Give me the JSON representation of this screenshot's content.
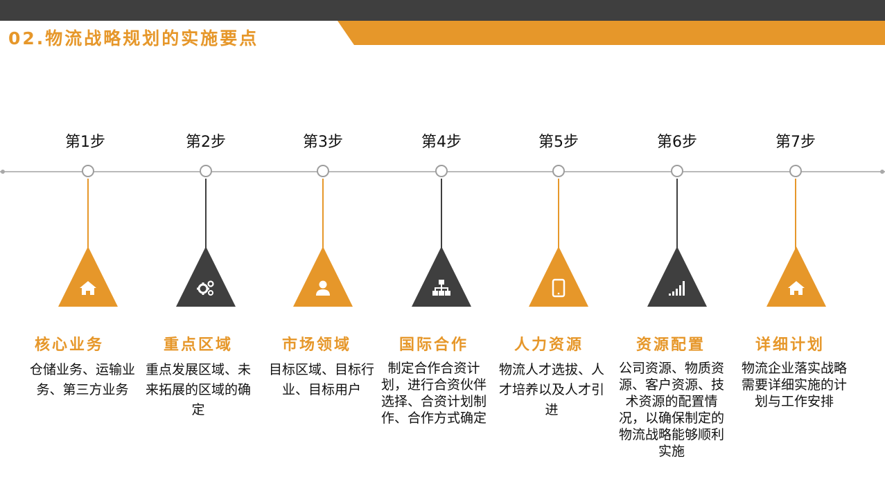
{
  "header": {
    "title": "02.物流战略规划的实施要点"
  },
  "colors": {
    "accent": "#e6972a",
    "dark": "#3f3f3f",
    "line": "#b9b9b9"
  },
  "steps": [
    {
      "label": "第1步",
      "title": "核心业务",
      "desc": "仓储业务、运输业务、第三方业务",
      "icon": "home-icon",
      "color": "orange"
    },
    {
      "label": "第2步",
      "title": "重点区域",
      "desc": "重点发展区域、未来拓展的区域的确定",
      "icon": "gears-icon",
      "color": "dark"
    },
    {
      "label": "第3步",
      "title": "市场领域",
      "desc": "目标区域、目标行业、目标用户",
      "icon": "user-icon",
      "color": "orange"
    },
    {
      "label": "第4步",
      "title": "国际合作",
      "desc": "制定合作合资计划，进行合资伙伴选择、合资计划制作、合作方式确定",
      "icon": "org-chart-icon",
      "color": "dark"
    },
    {
      "label": "第5步",
      "title": "人力资源",
      "desc": "物流人才选拔、人才培养以及人才引进",
      "icon": "tablet-icon",
      "color": "orange"
    },
    {
      "label": "第6步",
      "title": "资源配置",
      "desc": "公司资源、物质资源、客户资源、技术资源的配置情况，以确保制定的物流战略能够顺利实施",
      "icon": "signal-bars-icon",
      "color": "dark"
    },
    {
      "label": "第7步",
      "title": "详细计划",
      "desc": "物流企业落实战略需要详细实施的计划与工作安排",
      "icon": "home-icon",
      "color": "orange"
    }
  ]
}
